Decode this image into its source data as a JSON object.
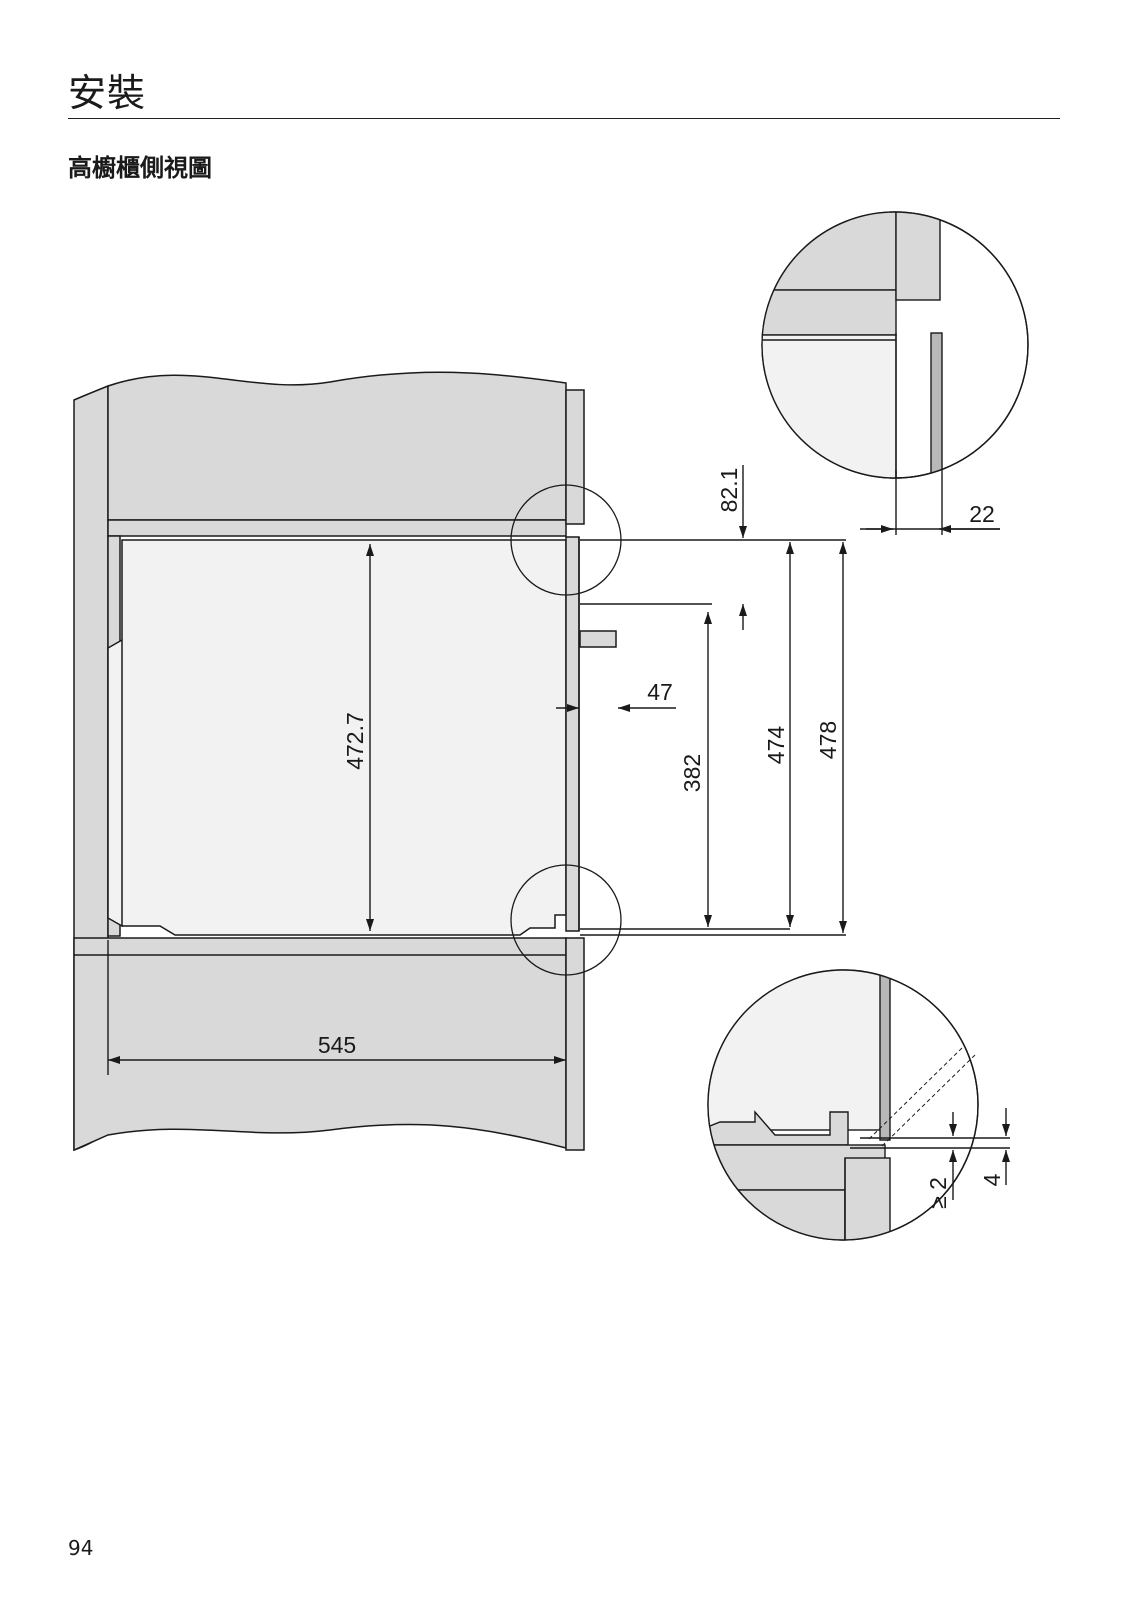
{
  "header": {
    "section_title": "安裝"
  },
  "subtitle": "高櫥櫃側視圖",
  "dimensions": {
    "oven_height_inner": "472.7",
    "cabinet_depth": "545",
    "top_offset": "82.1",
    "panel_thickness": "22",
    "handle_projection": "47",
    "handle_height": "382",
    "niche_height_min": "474",
    "niche_height_max": "478",
    "gap_min": "≥ 2",
    "gap_detail": "4"
  },
  "colors": {
    "cabinet_fill": "#d9d9d9",
    "oven_fill": "#f2f2f2",
    "line": "#1a1a1a"
  },
  "footer": {
    "page_number": "94"
  }
}
